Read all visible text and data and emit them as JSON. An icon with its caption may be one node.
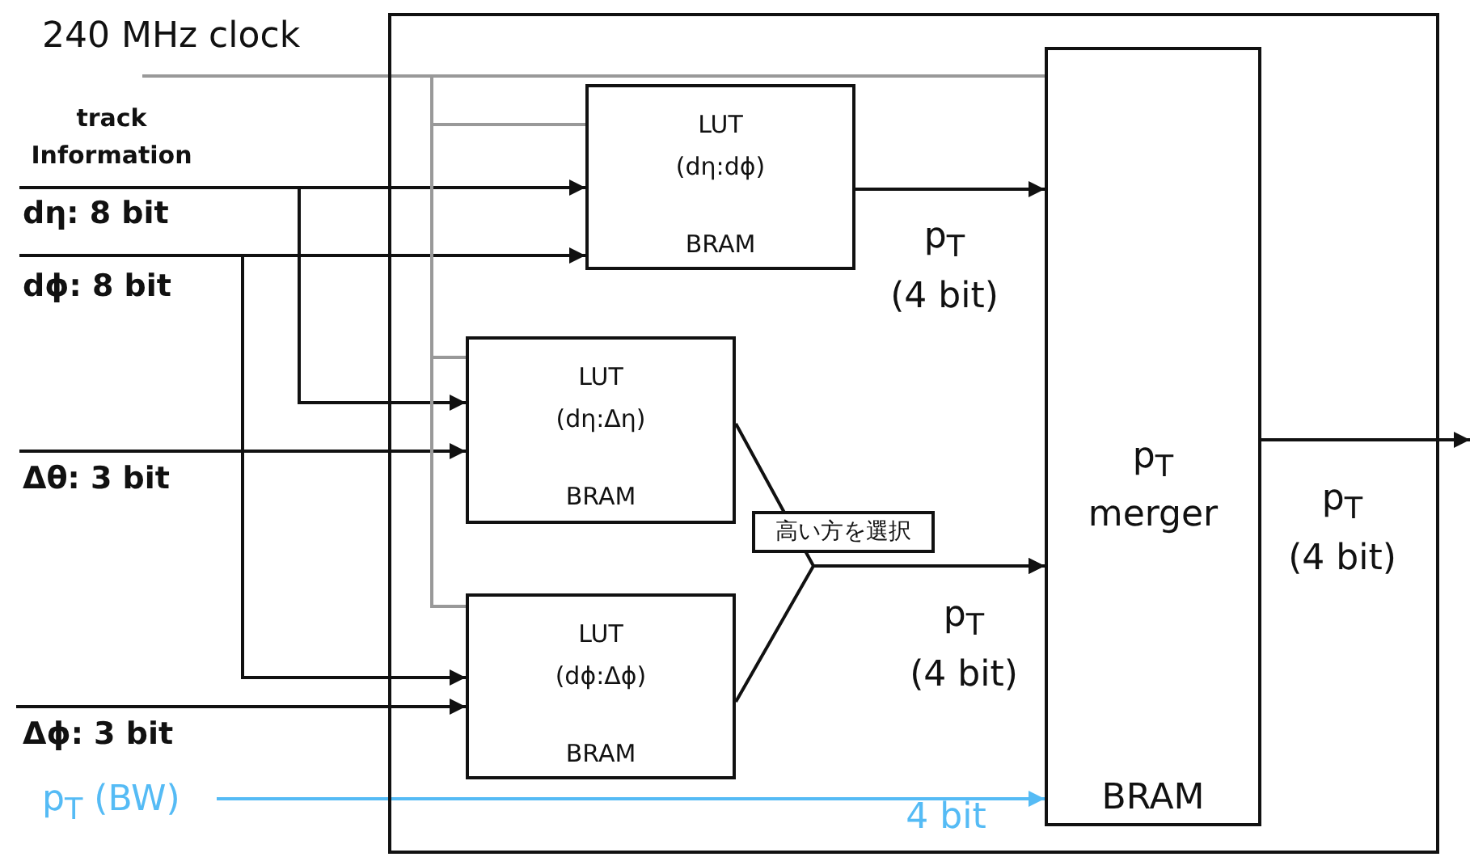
{
  "diagram": {
    "nodes": [
      {
        "text": [],
        "shape": "box"
      },
      {
        "text": [
          "LUT",
          "(dη:dϕ)",
          "BRAM"
        ],
        "in": 0
      },
      {
        "text": [
          "LUT",
          "(dη:Δη)",
          "BRAM"
        ],
        "in": 0
      },
      {
        "text": [
          "LUT",
          "(dϕ:Δϕ)",
          "BRAM"
        ],
        "in": 0
      },
      {
        "text": [
          "p$_{T}$ merger",
          "BRAM"
        ],
        "in": 0
      },
      {
        "text": [
          "p$_{T}$ (BW)"
        ]
      }
    ],
    "edges": [
      {
        "from": null,
        "to": 1,
        "arrow": "to",
        "label": "dη: 8 bit"
      },
      {
        "from": null,
        "to": 2,
        "arrow": "to"
      },
      {
        "from": null,
        "to": 1,
        "arrow": "to",
        "label": "dϕ: 8 bit"
      },
      {
        "from": null,
        "to": 3,
        "arrow": "to"
      },
      {
        "from": null,
        "to": 2,
        "arrow": "to",
        "label": "Δθ: 3 bit"
      },
      {
        "from": null,
        "to": 3,
        "arrow": "to",
        "label": "Δϕ: 3 bit"
      },
      {
        "from": null,
        "to": 4,
        "arrow": "none",
        "color": "#999999"
      },
      {
        "from": null,
        "to": 1,
        "arrow": "none",
        "color": "#999999"
      },
      {
        "from": null,
        "to": 2,
        "arrow": "none",
        "color": "#999999"
      },
      {
        "from": null,
        "to": 3,
        "arrow": "none",
        "color": "#999999"
      },
      {
        "from": 1,
        "to": 4,
        "arrow": "to",
        "label": "p$_{T}$ (4 bit)"
      },
      {
        "from": 2,
        "to": 4,
        "arrow": "to",
        "label": "高い方を選択"
      },
      {
        "from": 3,
        "to": 4,
        "arrow": "to",
        "label": "p$_{T}$ (4 bit)"
      },
      {
        "from": 5,
        "to": 4,
        "arrow": "to",
        "label": "4 bit",
        "color": "#55bbf5"
      },
      {
        "from": 4,
        "to": null,
        "arrow": "to",
        "label": "p$_{T}$ (4 bit)"
      }
    ],
    "labels": [
      "240 MHz clock",
      "track Information"
    ]
  }
}
